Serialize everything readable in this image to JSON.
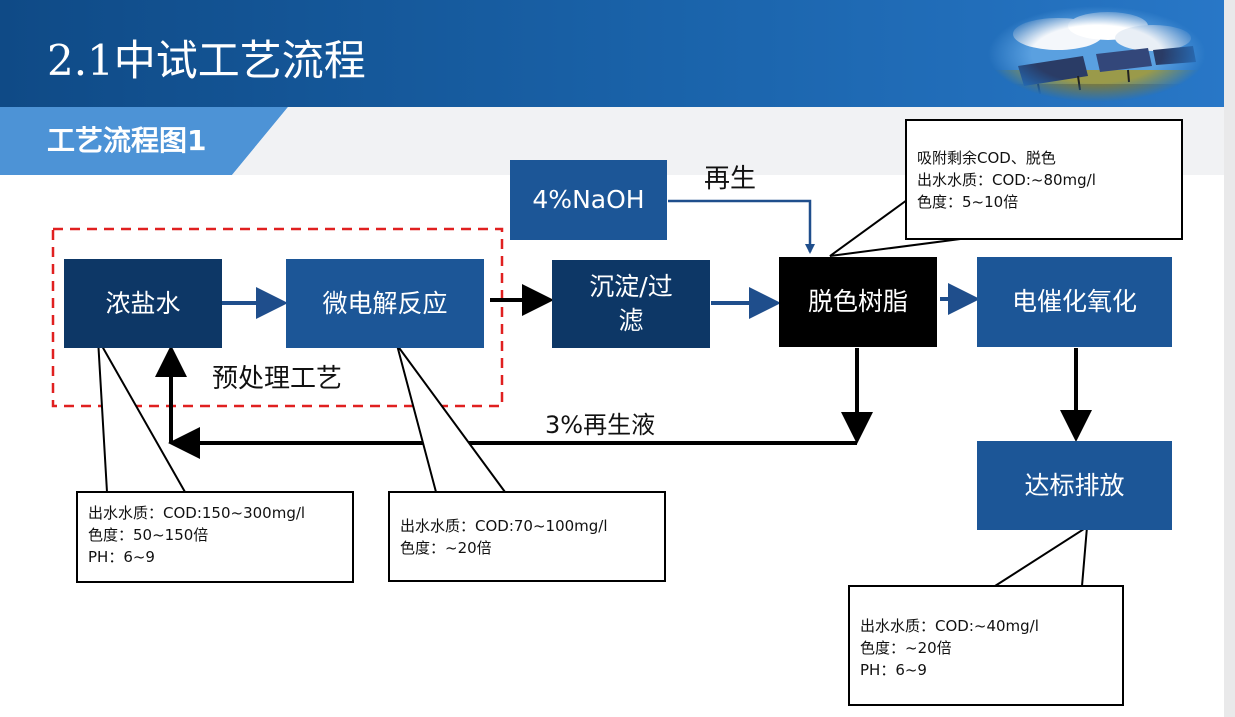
{
  "title": "2.1中试工艺流程",
  "section": "工艺流程图1",
  "logo_icon": "solar-panel-field-photo",
  "nodes": {
    "brine": "浓盐水",
    "micro": "微电解反应",
    "settle_line1": "沉淀/过",
    "settle_line2": "滤",
    "naoh": "4%NaOH",
    "resin": "脱色树脂",
    "electro": "电催化氧化",
    "discharge": "达标排放"
  },
  "labels": {
    "regenerate": "再生",
    "pretreatment": "预处理工艺",
    "regen_liquid": "3%再生液"
  },
  "notes": {
    "brine_note": [
      "出水水质：COD:150~300mg/l",
      "色度：50~150倍",
      "PH：6~9"
    ],
    "micro_note": [
      "出水水质：COD:70~100mg/l",
      "色度：~20倍"
    ],
    "resin_note": [
      "吸附剩余COD、脱色",
      "出水水质：COD:~80mg/l",
      "色度：5~10倍"
    ],
    "discharge_note": [
      "出水水质：COD:~40mg/l",
      "色度：~20倍",
      "PH：6~9"
    ]
  },
  "colors": {
    "dark_box": "#0d3766",
    "mid_box": "#1c5697",
    "flow_arrow": "#1f4e8c",
    "dashed_border": "#e02020"
  }
}
